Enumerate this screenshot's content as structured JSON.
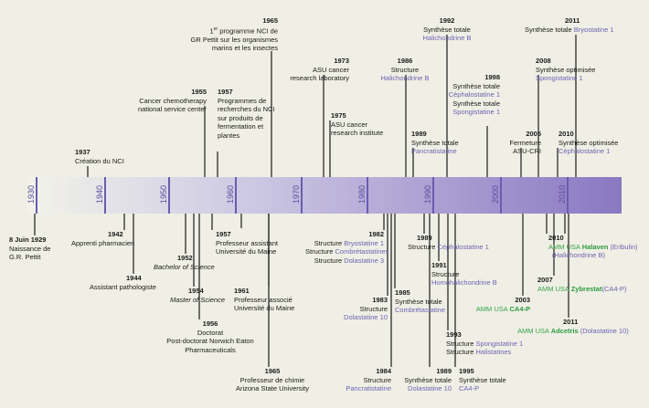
{
  "decades": [
    "1930",
    "1940",
    "1950",
    "1960",
    "1970",
    "1980",
    "1990",
    "2000",
    "2010"
  ],
  "above": {
    "e1937": {
      "year": "1937",
      "text": "Création du NCI"
    },
    "e1955": {
      "year": "1955",
      "l1": "Cancer chemotherapy",
      "l2": "national service center"
    },
    "e1957": {
      "year": "1957",
      "l1": "Programmes de",
      "l2": "recherches du NCI",
      "l3": "sur produits de",
      "l4": "fermentation et",
      "l5": "plantes"
    },
    "e1965": {
      "year": "1965",
      "l1_pre": "1",
      "l1_sup": "er",
      "l1_post": " programme NCI de",
      "l2": "GR Pettit sur les organismes",
      "l3": "marins et les insectes"
    },
    "e1973": {
      "year": "1973",
      "l1": "ASU cancer",
      "l2": "research laboratory"
    },
    "e1975": {
      "year": "1975",
      "l1": "ASU cancer",
      "l2": "research institute"
    },
    "e1986": {
      "year": "1986",
      "l1": "Structure",
      "l2": "Halichondrine B"
    },
    "e1989": {
      "year": "1989",
      "l1": "Synthèse totale",
      "l2": "Pancratistatine"
    },
    "e1992": {
      "year": "1992",
      "l1": "Synthèse totale",
      "l2": "Halichondrine B"
    },
    "e1998": {
      "year": "1998",
      "l1": "Synthèse totale",
      "l2": "Céphalostatine 1",
      "l3": "Synthèse totale",
      "l4": "Spongistatine 1"
    },
    "e2005": {
      "year": "2005",
      "l1": "Fermeture",
      "l2": "ASU-CRI"
    },
    "e2008": {
      "year": "2008",
      "l1": "Synthèse optimisée",
      "l2": "Spongistatine 1"
    },
    "e2010": {
      "year": "2010",
      "l1": "Synthèse optimisée",
      "l2": "Céphalostatine 1"
    },
    "e2011": {
      "year": "2011",
      "l1": "Synthèse totale ",
      "l1b": "Bryostatine 1"
    }
  },
  "below": {
    "e1929": {
      "year": "8 Juin 1929",
      "l1": "Naissance de",
      "l2": "G.R. Pettit"
    },
    "e1942": {
      "year": "1942",
      "l1": "Apprenti pharmacien"
    },
    "e1944": {
      "year": "1944",
      "l1": "Assistant pathologiste"
    },
    "e1952": {
      "year": "1952",
      "l1": "Bachelor of Science"
    },
    "e1954": {
      "year": "1954",
      "l1": "Master of Science"
    },
    "e1956": {
      "year": "1956",
      "l1": "Doctorat",
      "l2": "Post-doctorat Norwich  Eaton",
      "l3": "Pharmaceuticals"
    },
    "e1957b": {
      "year": "1957",
      "l1": "Professeur assistant",
      "l2": "Université du Maine"
    },
    "e1961": {
      "year": "1961",
      "l1": "Professeur associé",
      "l2": "Université du Maine"
    },
    "e1965b": {
      "year": "1965",
      "l1": "Professeur de chimie",
      "l2": "Arizona State University"
    },
    "e1982": {
      "year": "1982",
      "r1a": "Structure ",
      "r1b": "Bryostatine 1",
      "r2a": "Structure ",
      "r2b": "Combrétastatines",
      "r3a": "Structure ",
      "r3b": "Dolastatine 3"
    },
    "e1983": {
      "year": "1983",
      "l1": "Structure",
      "l2": "Dolastatine 10"
    },
    "e1984": {
      "year": "1984",
      "l1": "Structure",
      "l2": "Pancratistatine"
    },
    "e1985": {
      "year": "1985",
      "l1": "Synthèse totale",
      "l2": "Combrétastatine"
    },
    "e1989b": {
      "year": "1989",
      "l1a": "Structure ",
      "l1b": "Céphalostatine 1"
    },
    "e1989c": {
      "year": "1989",
      "l1": "Synthèse totale",
      "l2": "Dolastatine 10"
    },
    "e1991": {
      "year": "1991",
      "l1": "Structure",
      "l2": "Homohalichondrine B"
    },
    "e1993": {
      "year": "1993",
      "r1a": "Structure ",
      "r1b": "Spongistatine 1",
      "r2a": "Structure ",
      "r2b": "Halistatines"
    },
    "e1995": {
      "year": "1995",
      "l1": "Synthèse totale",
      "l2": "CA4-P"
    },
    "e2003": {
      "year": "2003",
      "l1a": "AMM USA ",
      "l1b": "CA4-P"
    },
    "e2007": {
      "year": "2007",
      "l1a": "AMM USA ",
      "l1b": "Zybrestat",
      "l1c": "(CA4-P)"
    },
    "e2010b": {
      "year": "2010",
      "l1a": "AMM USA ",
      "l1b": "Halaven",
      "l1c": " (Eribulin)",
      "l2": "(Halichondrine B)"
    },
    "e2011b": {
      "year": "2011",
      "l1a": "AMM USA ",
      "l1b": "Adcetris",
      "l1c": " (Dolastatine 10)"
    }
  }
}
